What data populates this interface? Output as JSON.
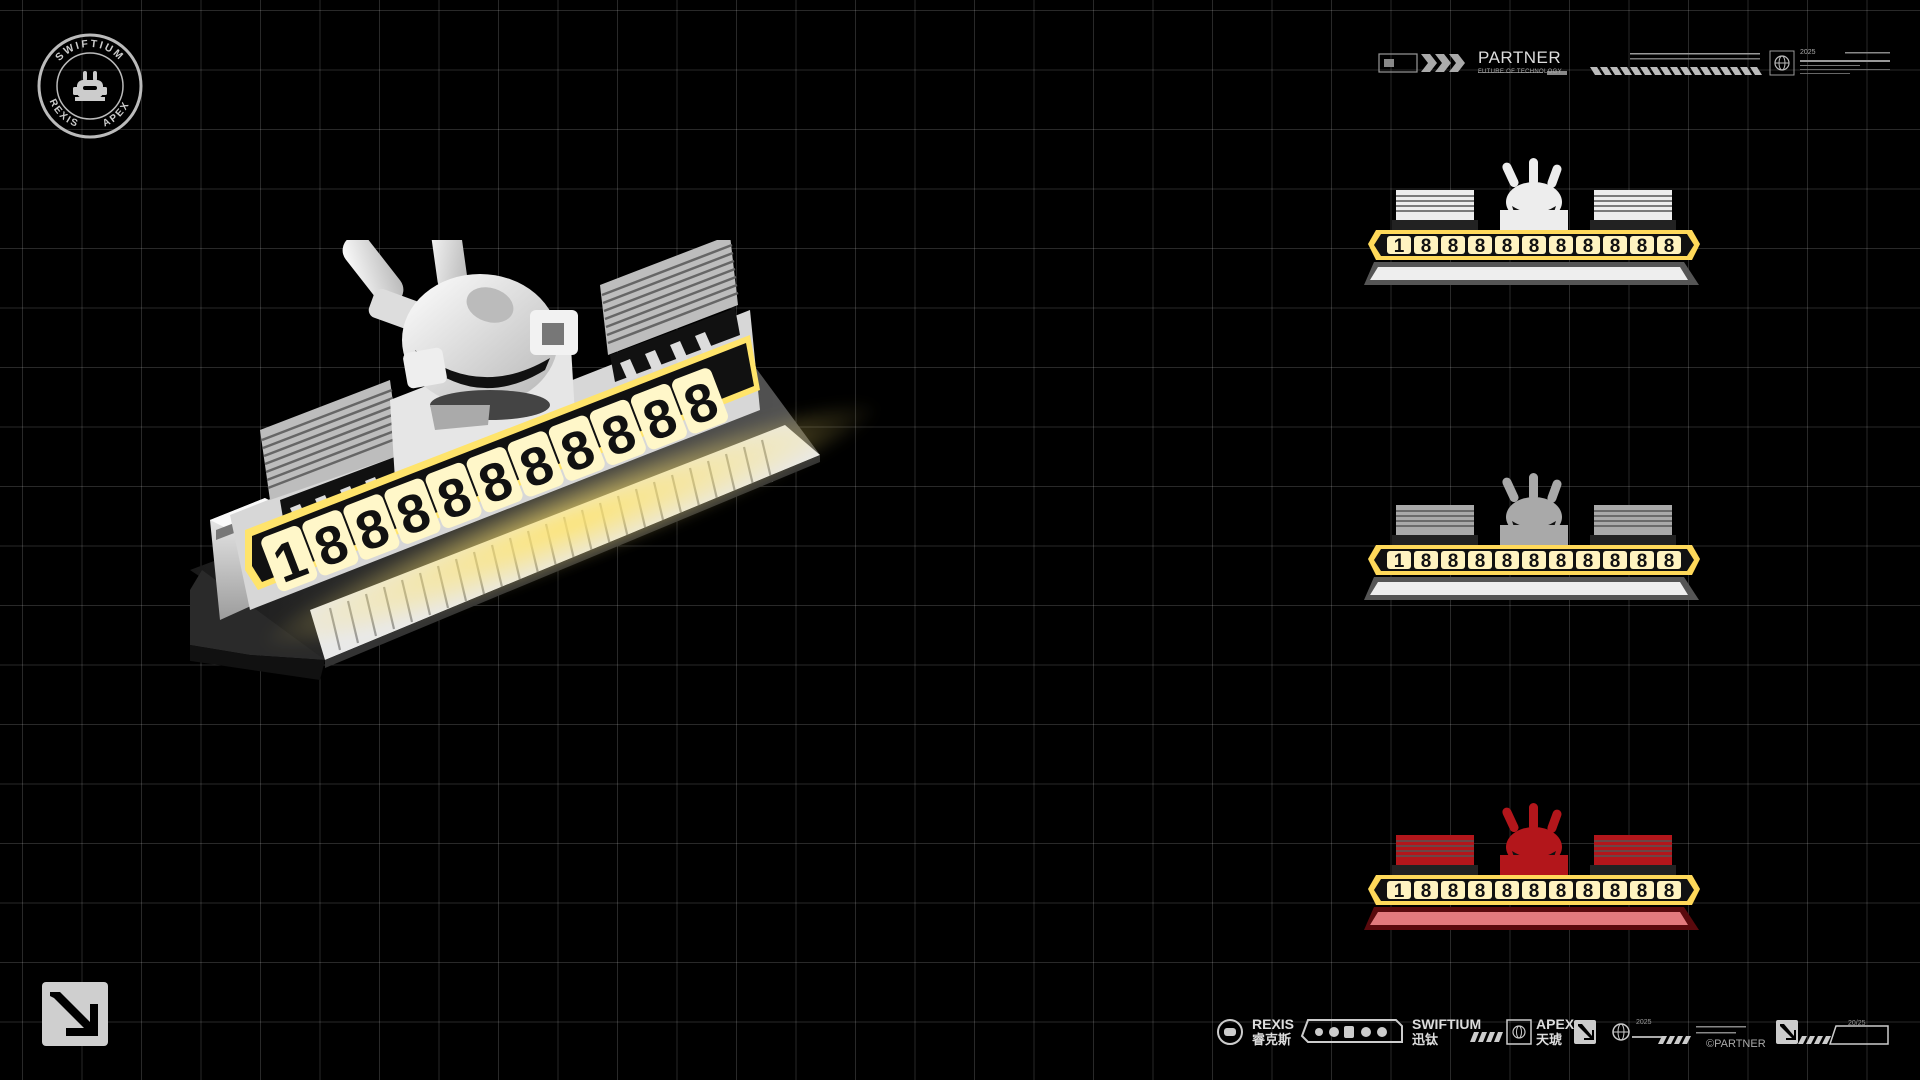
{
  "seal": {
    "top_text": "SWIFTIUM",
    "bottom_left": "REXIS",
    "bottom_right": "APEX"
  },
  "partner_header": {
    "title": "PARTNER",
    "subtitle": "FUTURE OF TECHNOLOGY",
    "year": "2025"
  },
  "hero": {
    "plate_number": "18888888888",
    "accent": "#FFE46B"
  },
  "variants": [
    {
      "name": "white",
      "plate_number": "18888888888",
      "body": "#EDEDED",
      "accent": "#FFD95A"
    },
    {
      "name": "silver",
      "plate_number": "18888888888",
      "body": "#A9A9A9",
      "accent": "#FFD95A"
    },
    {
      "name": "red",
      "plate_number": "18888888888",
      "body": "#B3161B",
      "accent": "#FFD95A"
    }
  ],
  "footer": {
    "rexis": "REXIS",
    "rexis_cn": "睿克斯",
    "swiftium": "SWIFTIUM",
    "swiftium_cn": "迅钛",
    "apex": "APEX",
    "apex_cn": "天琥",
    "year": "2025",
    "partner": "©PARTNER",
    "date": "20/25"
  },
  "icons": {
    "seal": "seal-robot-icon",
    "corner": "arrow-corner-icon",
    "globe": "globe-icon",
    "chevrons": "chevrons-icon"
  }
}
